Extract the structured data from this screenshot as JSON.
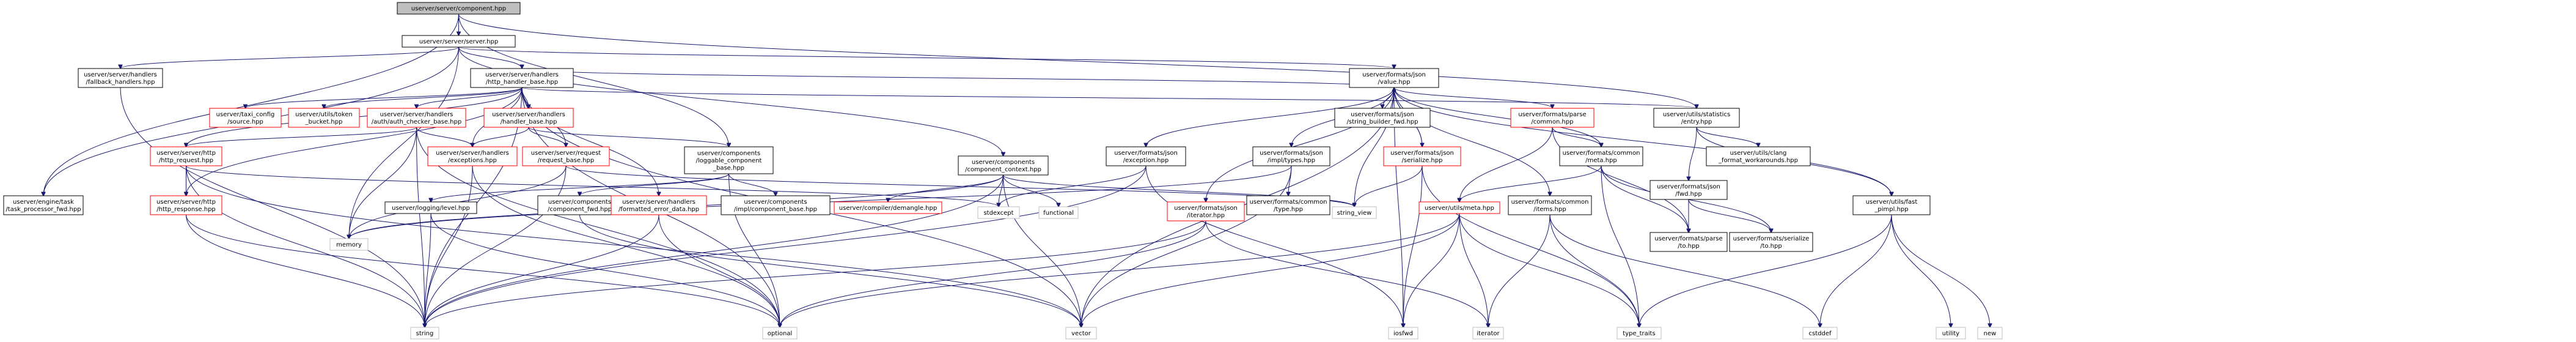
{
  "colors": {
    "edge": "#191970",
    "root_fill": "#bfbfbf",
    "node_border": "#000000",
    "missing_border": "#ff0000",
    "system_border": "#bfbfbf",
    "fill": "#ffffff"
  },
  "nodes": [
    {
      "id": "component",
      "label": [
        "userver/server/component.hpp"
      ],
      "kind": "root"
    },
    {
      "id": "server",
      "label": [
        "userver/server/server.hpp"
      ],
      "kind": "normal"
    },
    {
      "id": "fallback",
      "label": [
        "userver/server/handlers",
        "/fallback_handlers.hpp"
      ],
      "kind": "normal"
    },
    {
      "id": "http_handler_base",
      "label": [
        "userver/server/handlers",
        "/http_handler_base.hpp"
      ],
      "kind": "normal"
    },
    {
      "id": "json_value",
      "label": [
        "userver/formats/json",
        "/value.hpp"
      ],
      "kind": "normal"
    },
    {
      "id": "taxi_config",
      "label": [
        "userver/taxi_config",
        "/source.hpp"
      ],
      "kind": "missing"
    },
    {
      "id": "token_bucket",
      "label": [
        "userver/utils/token",
        "_bucket.hpp"
      ],
      "kind": "missing"
    },
    {
      "id": "auth_checker",
      "label": [
        "userver/server/handlers",
        "/auth/auth_checker_base.hpp"
      ],
      "kind": "missing"
    },
    {
      "id": "handler_base",
      "label": [
        "userver/server/handlers",
        "/handler_base.hpp"
      ],
      "kind": "missing"
    },
    {
      "id": "http_request",
      "label": [
        "userver/server/http",
        "/http_request.hpp"
      ],
      "kind": "missing"
    },
    {
      "id": "exceptions",
      "label": [
        "userver/server/handlers",
        "/exceptions.hpp"
      ],
      "kind": "missing"
    },
    {
      "id": "request_base",
      "label": [
        "userver/server/request",
        "/request_base.hpp"
      ],
      "kind": "missing"
    },
    {
      "id": "loggable",
      "label": [
        "userver/components",
        "/loggable_component",
        "_base.hpp"
      ],
      "kind": "normal"
    },
    {
      "id": "component_context",
      "label": [
        "userver/components",
        "/component_context.hpp"
      ],
      "kind": "normal"
    },
    {
      "id": "json_exception",
      "label": [
        "userver/formats/json",
        "/exception.hpp"
      ],
      "kind": "normal"
    },
    {
      "id": "json_impl_types",
      "label": [
        "userver/formats/json",
        "/impl/types.hpp"
      ],
      "kind": "normal"
    },
    {
      "id": "json_serialize",
      "label": [
        "userver/formats/json",
        "/serialize.hpp"
      ],
      "kind": "missing"
    },
    {
      "id": "string_builder_fwd",
      "label": [
        "userver/formats/json",
        "/string_builder_fwd.hpp"
      ],
      "kind": "normal"
    },
    {
      "id": "parse_common",
      "label": [
        "userver/formats/parse",
        "/common.hpp"
      ],
      "kind": "missing"
    },
    {
      "id": "formats_common_meta",
      "label": [
        "userver/formats/common",
        "/meta.hpp"
      ],
      "kind": "normal"
    },
    {
      "id": "stats_entry",
      "label": [
        "userver/utils/statistics",
        "/entry.hpp"
      ],
      "kind": "normal"
    },
    {
      "id": "clang_workarounds",
      "label": [
        "userver/utils/clang",
        "_format_workarounds.hpp"
      ],
      "kind": "normal"
    },
    {
      "id": "json_fwd",
      "label": [
        "userver/formats/json",
        "/fwd.hpp"
      ],
      "kind": "normal"
    },
    {
      "id": "task_processor_fwd",
      "label": [
        "userver/engine/task",
        "/task_processor_fwd.hpp"
      ],
      "kind": "normal"
    },
    {
      "id": "http_response",
      "label": [
        "userver/server/http",
        "/http_response.hpp"
      ],
      "kind": "missing"
    },
    {
      "id": "logging_level",
      "label": [
        "userver/logging/level.hpp"
      ],
      "kind": "normal"
    },
    {
      "id": "component_fwd",
      "label": [
        "userver/components",
        "/component_fwd.hpp"
      ],
      "kind": "normal"
    },
    {
      "id": "formatted_error",
      "label": [
        "userver/server/handlers",
        "/formatted_error_data.hpp"
      ],
      "kind": "missing"
    },
    {
      "id": "impl_component_base",
      "label": [
        "userver/components",
        "/impl/component_base.hpp"
      ],
      "kind": "normal"
    },
    {
      "id": "demangle",
      "label": [
        "userver/compiler/demangle.hpp"
      ],
      "kind": "missing"
    },
    {
      "id": "json_iterator",
      "label": [
        "userver/formats/json",
        "/iterator.hpp"
      ],
      "kind": "missing"
    },
    {
      "id": "common_type",
      "label": [
        "userver/formats/common",
        "/type.hpp"
      ],
      "kind": "normal"
    },
    {
      "id": "utils_meta",
      "label": [
        "userver/utils/meta.hpp"
      ],
      "kind": "missing"
    },
    {
      "id": "common_items",
      "label": [
        "userver/formats/common",
        "/items.hpp"
      ],
      "kind": "normal"
    },
    {
      "id": "parse_to",
      "label": [
        "userver/formats/parse",
        "/to.hpp"
      ],
      "kind": "normal"
    },
    {
      "id": "serialize_to",
      "label": [
        "userver/formats/serialize",
        "/to.hpp"
      ],
      "kind": "normal"
    },
    {
      "id": "fast_pimpl",
      "label": [
        "userver/utils/fast",
        "_pimpl.hpp"
      ],
      "kind": "normal"
    },
    {
      "id": "memory",
      "label": [
        "memory"
      ],
      "kind": "system"
    },
    {
      "id": "stdexcept",
      "label": [
        "stdexcept"
      ],
      "kind": "system"
    },
    {
      "id": "functional",
      "label": [
        "functional"
      ],
      "kind": "system"
    },
    {
      "id": "string_view",
      "label": [
        "string_view"
      ],
      "kind": "system"
    },
    {
      "id": "string",
      "label": [
        "string"
      ],
      "kind": "system"
    },
    {
      "id": "optional",
      "label": [
        "optional"
      ],
      "kind": "system"
    },
    {
      "id": "vector",
      "label": [
        "vector"
      ],
      "kind": "system"
    },
    {
      "id": "iosfwd",
      "label": [
        "iosfwd"
      ],
      "kind": "system"
    },
    {
      "id": "iterator",
      "label": [
        "iterator"
      ],
      "kind": "system"
    },
    {
      "id": "type_traits",
      "label": [
        "type_traits"
      ],
      "kind": "system"
    },
    {
      "id": "cstddef",
      "label": [
        "cstddef"
      ],
      "kind": "system"
    },
    {
      "id": "utility",
      "label": [
        "utility"
      ],
      "kind": "system"
    },
    {
      "id": "new",
      "label": [
        "new"
      ],
      "kind": "system"
    }
  ],
  "edges": [
    [
      "component",
      "server"
    ],
    [
      "component",
      "task_processor_fwd"
    ],
    [
      "component",
      "loggable"
    ],
    [
      "component",
      "stats_entry"
    ],
    [
      "server",
      "fallback"
    ],
    [
      "server",
      "http_handler_base"
    ],
    [
      "server",
      "json_value"
    ],
    [
      "server",
      "component_context"
    ],
    [
      "server",
      "memory"
    ],
    [
      "server",
      "task_processor_fwd"
    ],
    [
      "fallback",
      "string"
    ],
    [
      "http_handler_base",
      "taxi_config"
    ],
    [
      "http_handler_base",
      "token_bucket"
    ],
    [
      "http_handler_base",
      "auth_checker"
    ],
    [
      "http_handler_base",
      "handler_base"
    ],
    [
      "http_handler_base",
      "http_request"
    ],
    [
      "http_handler_base",
      "exceptions"
    ],
    [
      "http_handler_base",
      "request_base"
    ],
    [
      "http_handler_base",
      "json_value"
    ],
    [
      "http_handler_base",
      "stats_entry"
    ],
    [
      "http_handler_base",
      "http_response"
    ],
    [
      "http_handler_base",
      "formatted_error"
    ],
    [
      "http_handler_base",
      "vector"
    ],
    [
      "http_handler_base",
      "optional"
    ],
    [
      "http_handler_base",
      "string"
    ],
    [
      "auth_checker",
      "http_request"
    ],
    [
      "auth_checker",
      "exceptions"
    ],
    [
      "auth_checker",
      "memory"
    ],
    [
      "auth_checker",
      "string"
    ],
    [
      "auth_checker",
      "optional"
    ],
    [
      "handler_base",
      "exceptions"
    ],
    [
      "handler_base",
      "request_base"
    ],
    [
      "handler_base",
      "loggable"
    ],
    [
      "http_request",
      "http_response"
    ],
    [
      "http_request",
      "string"
    ],
    [
      "http_request",
      "vector"
    ],
    [
      "http_request",
      "stdexcept"
    ],
    [
      "exceptions",
      "string"
    ],
    [
      "exceptions",
      "optional"
    ],
    [
      "request_base",
      "memory"
    ],
    [
      "request_base",
      "string"
    ],
    [
      "request_base",
      "string_view"
    ],
    [
      "loggable",
      "impl_component_base"
    ],
    [
      "loggable",
      "component_fwd"
    ],
    [
      "loggable",
      "logging_level"
    ],
    [
      "loggable",
      "optional"
    ],
    [
      "component_context",
      "demangle"
    ],
    [
      "component_context",
      "memory"
    ],
    [
      "component_context",
      "stdexcept"
    ],
    [
      "component_context",
      "functional"
    ],
    [
      "component_context",
      "string"
    ],
    [
      "component_context",
      "vector"
    ],
    [
      "component_context",
      "string_view"
    ],
    [
      "json_value",
      "json_exception"
    ],
    [
      "json_value",
      "json_impl_types"
    ],
    [
      "json_value",
      "json_iterator"
    ],
    [
      "json_value",
      "json_serialize"
    ],
    [
      "json_value",
      "string_builder_fwd"
    ],
    [
      "json_value",
      "parse_common"
    ],
    [
      "json_value",
      "formats_common_meta"
    ],
    [
      "json_value",
      "common_items"
    ],
    [
      "json_value",
      "fast_pimpl"
    ],
    [
      "json_value",
      "string_view"
    ],
    [
      "json_value",
      "vector"
    ],
    [
      "json_value",
      "iosfwd"
    ],
    [
      "json_serialize",
      "json_value"
    ],
    [
      "json_serialize",
      "iosfwd"
    ],
    [
      "json_serialize",
      "string_view"
    ],
    [
      "json_serialize",
      "type_traits"
    ],
    [
      "json_exception",
      "stdexcept"
    ],
    [
      "json_exception",
      "string"
    ],
    [
      "json_exception",
      "iosfwd"
    ],
    [
      "json_impl_types",
      "common_type"
    ],
    [
      "json_impl_types",
      "vector"
    ],
    [
      "json_impl_types",
      "memory"
    ],
    [
      "json_iterator",
      "iterator"
    ],
    [
      "json_iterator",
      "optional"
    ],
    [
      "json_iterator",
      "string"
    ],
    [
      "parse_common",
      "formats_common_meta"
    ],
    [
      "parse_common",
      "utils_meta"
    ],
    [
      "parse_common",
      "parse_to"
    ],
    [
      "formats_common_meta",
      "utils_meta"
    ],
    [
      "formats_common_meta",
      "parse_to"
    ],
    [
      "formats_common_meta",
      "serialize_to"
    ],
    [
      "formats_common_meta",
      "type_traits"
    ],
    [
      "utils_meta",
      "type_traits"
    ],
    [
      "utils_meta",
      "iosfwd"
    ],
    [
      "utils_meta",
      "vector"
    ],
    [
      "utils_meta",
      "optional"
    ],
    [
      "utils_meta",
      "iterator"
    ],
    [
      "common_items",
      "iterator"
    ],
    [
      "common_items",
      "type_traits"
    ],
    [
      "common_items",
      "cstddef"
    ],
    [
      "stats_entry",
      "json_fwd"
    ],
    [
      "stats_entry",
      "clang_workarounds"
    ],
    [
      "stats_entry",
      "fast_pimpl"
    ],
    [
      "json_fwd",
      "parse_to"
    ],
    [
      "json_fwd",
      "serialize_to"
    ],
    [
      "fast_pimpl",
      "cstddef"
    ],
    [
      "fast_pimpl",
      "new"
    ],
    [
      "fast_pimpl",
      "type_traits"
    ],
    [
      "fast_pimpl",
      "utility"
    ],
    [
      "http_response",
      "string"
    ],
    [
      "http_response",
      "optional"
    ],
    [
      "logging_level",
      "string"
    ],
    [
      "logging_level",
      "optional"
    ],
    [
      "formatted_error",
      "string"
    ],
    [
      "formatted_error",
      "optional"
    ],
    [
      "component_fwd",
      "vector"
    ]
  ]
}
